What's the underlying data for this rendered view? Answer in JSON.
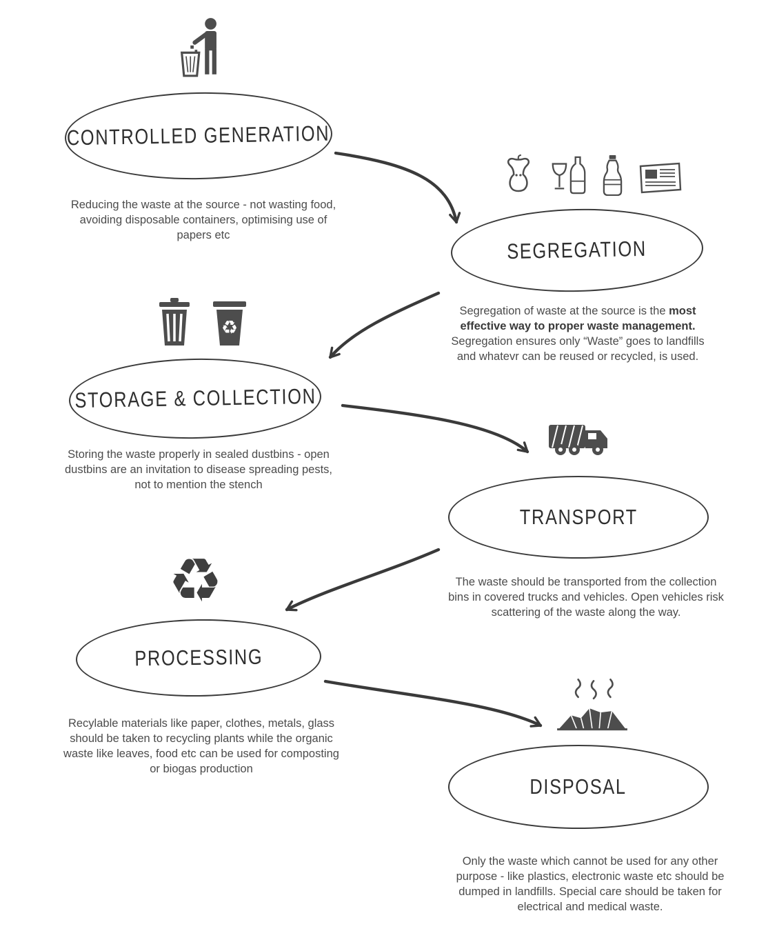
{
  "page": {
    "title": "Waste management flow infographic",
    "ink_color": "#3a3a3a",
    "text_color": "#4b4b4b",
    "background": "#ffffff"
  },
  "icons": {
    "step1": "throw-waste-person-icon",
    "step2": [
      "apple-core-icon",
      "wine-glass-bottle-icon",
      "plastic-bottle-icon",
      "newspaper-icon"
    ],
    "step3": [
      "striped-dustbin-icon",
      "recycle-dustbin-icon"
    ],
    "step4": "garbage-truck-icon",
    "step5": "recycling-symbol-icon",
    "step6": "waste-pile-icon",
    "recycle_glyph": "♻"
  },
  "steps": [
    {
      "title": "CONTROLLED GENERATION",
      "description": "Reducing the waste at the source - not wasting food, avoiding disposable containers, optimising use of papers etc"
    },
    {
      "title": "SEGREGATION",
      "desc_pre": "Segregation of waste at the source is the ",
      "desc_bold": "most effective way to proper waste management.",
      "desc_post": " Segregation ensures only “Waste” goes to landfills and whatevr can be reused or recycled, is used."
    },
    {
      "title": "STORAGE & COLLECTION",
      "description": "Storing the waste properly in sealed dustbins - open dustbins are an invitation to disease spreading pests, not to mention the stench"
    },
    {
      "title": "TRANSPORT",
      "description": "The waste should be transported from the collection bins in covered trucks and vehicles. Open vehicles risk scattering of the waste along the way."
    },
    {
      "title": "PROCESSING",
      "description": "Recylable materials like paper, clothes, metals, glass should be taken to recycling plants while the organic waste like leaves, food etc can be used for composting or biogas production"
    },
    {
      "title": "DISPOSAL",
      "description": "Only the waste which cannot be used for any other purpose - like plastics, electronic waste etc should be dumped in landfills. Special care should be taken for electrical and medical waste."
    }
  ]
}
